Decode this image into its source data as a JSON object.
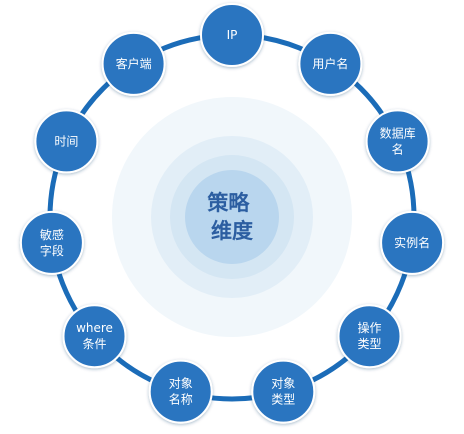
{
  "center": {
    "lines": [
      "策略",
      "维度"
    ]
  },
  "nodes": [
    {
      "lines": [
        "IP"
      ]
    },
    {
      "lines": [
        "用户名"
      ]
    },
    {
      "lines": [
        "数据库",
        "名"
      ]
    },
    {
      "lines": [
        "实例名"
      ]
    },
    {
      "lines": [
        "操作",
        "类型"
      ]
    },
    {
      "lines": [
        "对象",
        "类型"
      ]
    },
    {
      "lines": [
        "对象",
        "名称"
      ]
    },
    {
      "lines": [
        "where",
        "条件"
      ]
    },
    {
      "lines": [
        "敏感",
        "字段"
      ]
    },
    {
      "lines": [
        "时间"
      ]
    },
    {
      "lines": [
        "客户端"
      ]
    }
  ],
  "colors": {
    "ring": "#1b6cb8",
    "node_fill": "#2a74c0",
    "node_stroke": "#ffffff",
    "halo_outer": "#f1f7fb",
    "halo_mid": "#e2eef7",
    "halo_inner": "#d4e6f3",
    "center_fill": "#b9d6ee",
    "center_text": "#2c5ea1"
  }
}
